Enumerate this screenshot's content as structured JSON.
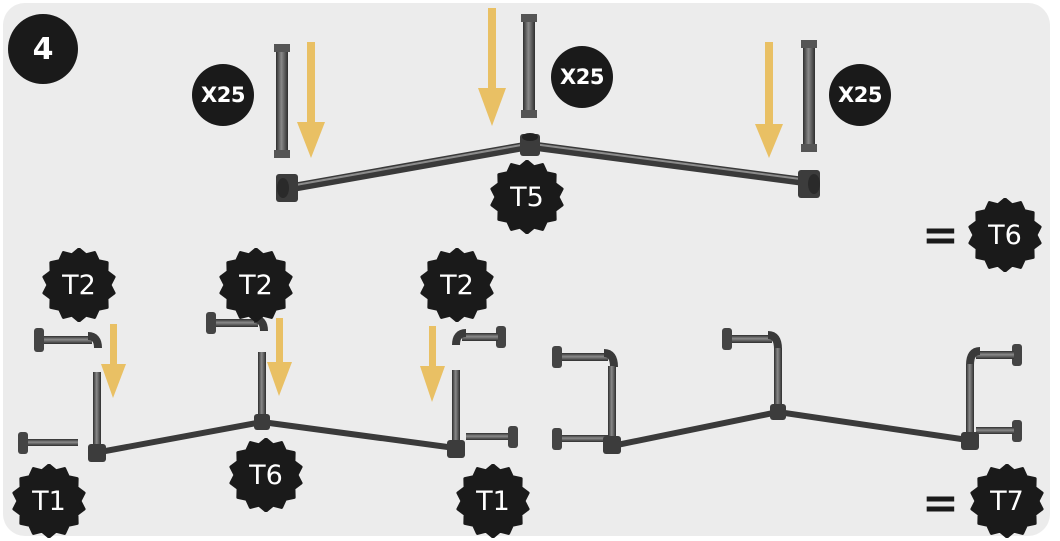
{
  "step": {
    "number": "4"
  },
  "quantities": [
    {
      "label": "X25"
    },
    {
      "label": "X25"
    },
    {
      "label": "X25"
    }
  ],
  "parts": {
    "t5": "T5",
    "t6_result": "T6",
    "t2_left": "T2",
    "t2_middle": "T2",
    "t2_right": "T2",
    "t6_bottom": "T6",
    "t1_left": "T1",
    "t1_right": "T1",
    "t7_result": "T7"
  },
  "symbols": {
    "equals": "="
  },
  "colors": {
    "panel": "#ececec",
    "badge": "#1a1a1a",
    "arrow": "#e9c064",
    "pipe": "#4a4a4a",
    "pipe_light": "#7a7a7a"
  }
}
